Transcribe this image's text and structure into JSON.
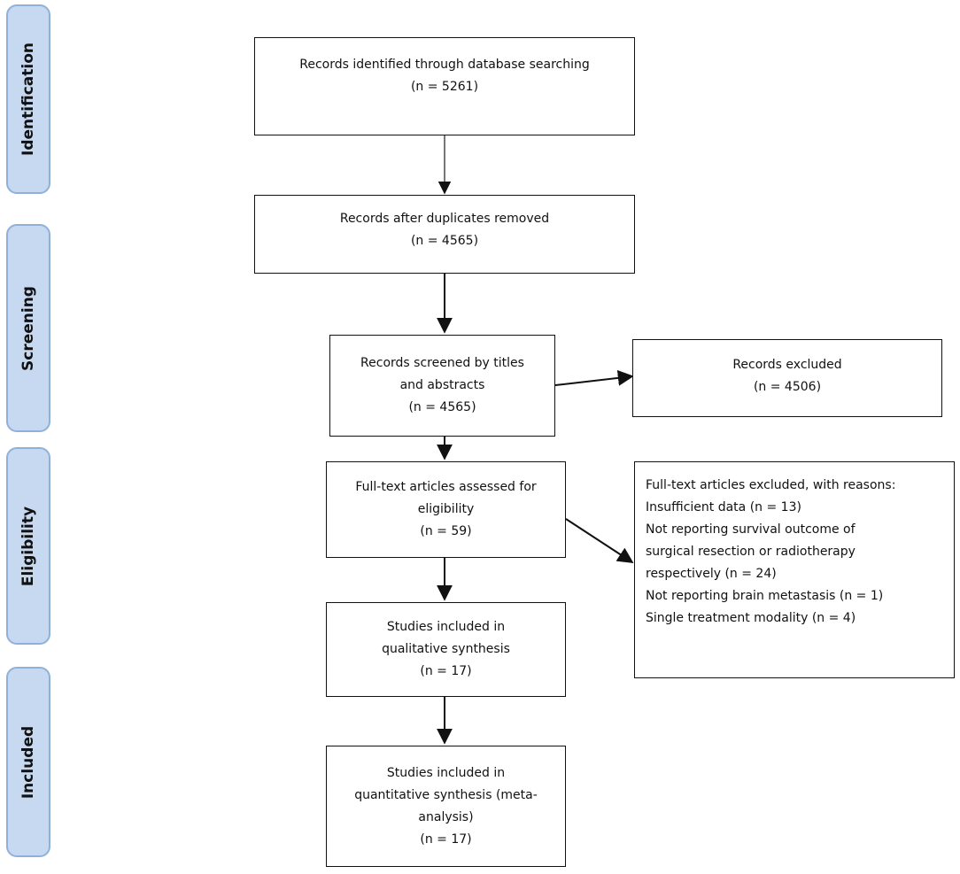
{
  "phases": [
    {
      "id": "identification",
      "label": "Identification"
    },
    {
      "id": "screening",
      "label": "Screening"
    },
    {
      "id": "eligibility",
      "label": "Eligibility"
    },
    {
      "id": "included",
      "label": "Included"
    }
  ],
  "boxes": {
    "identified": {
      "lines": [
        "Records identified through database searching",
        "(n = 5261)"
      ]
    },
    "after_duplicates": {
      "lines": [
        "Records after duplicates removed",
        "(n = 4565)"
      ]
    },
    "screened": {
      "lines": [
        "Records screened by titles",
        "and abstracts",
        "(n = 4565)"
      ]
    },
    "excluded": {
      "lines": [
        "Records excluded",
        "(n = 4506)"
      ]
    },
    "full_text": {
      "lines": [
        "Full-text articles assessed for",
        "eligibility",
        "(n = 59)"
      ]
    },
    "full_text_excluded": {
      "lines": [
        "Full-text articles excluded, with reasons:",
        "Insufficient data (n = 13)",
        "Not reporting survival outcome of",
        "surgical resection or radiotherapy",
        "respectively (n = 24)",
        "Not reporting brain metastasis (n = 1)",
        "Single treatment modality (n = 4)"
      ]
    },
    "qualitative": {
      "lines": [
        "Studies included in",
        "qualitative synthesis",
        "(n = 17)"
      ]
    },
    "quantitative": {
      "lines": [
        "Studies included in",
        "quantitative synthesis (meta-",
        "analysis)",
        "(n = 17)"
      ]
    }
  },
  "colors": {
    "phase_fill": "#c6d9f1",
    "phase_border": "#8fb1d9",
    "box_border": "#111111",
    "arrow": "#111111"
  }
}
